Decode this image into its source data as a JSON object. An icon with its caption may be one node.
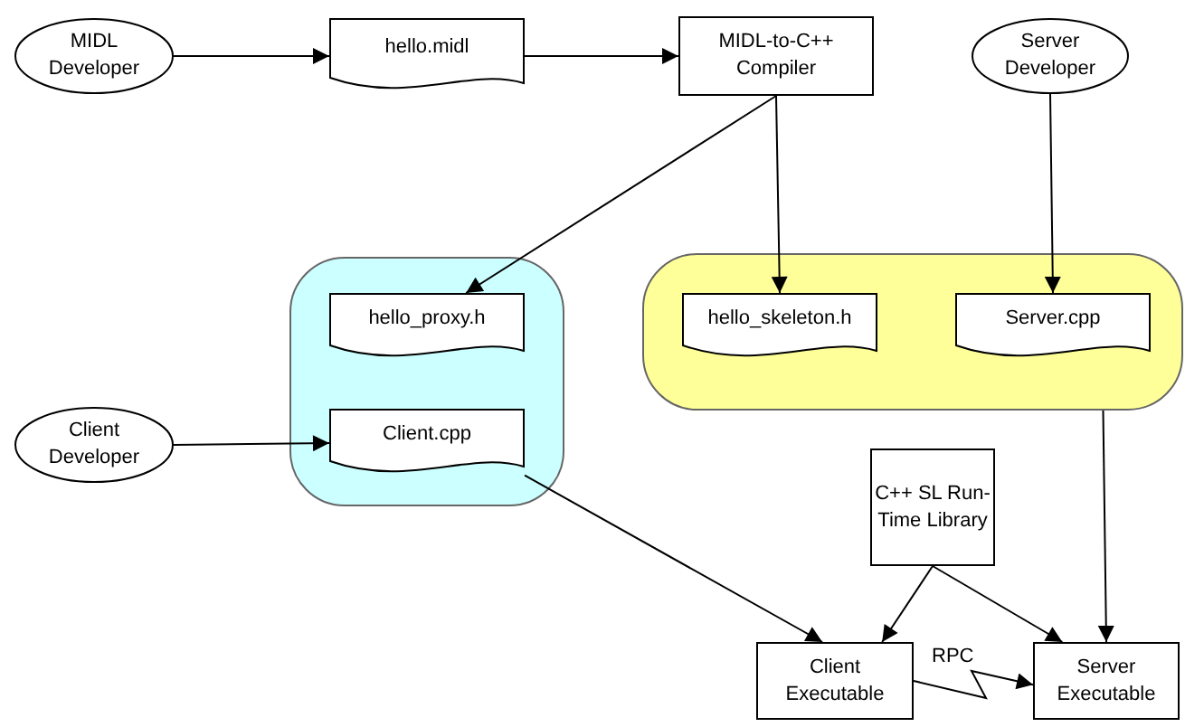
{
  "diagram": {
    "nodes": [
      {
        "text": [
          "MIDL Developer"
        ]
      },
      {
        "text": [
          "hello.midl"
        ]
      },
      {
        "text": [
          "MIDL-to-C++ Compiler"
        ]
      },
      {
        "text": [
          "Server Developer"
        ]
      },
      {
        "text": [],
        "shape": "box"
      },
      {
        "text": [
          "hello_proxy.h"
        ],
        "in": 4
      },
      {
        "text": [
          "Client.cpp"
        ],
        "in": 4
      },
      {
        "text": [],
        "shape": "box"
      },
      {
        "text": [
          "hello_skeleton.h"
        ],
        "in": 7
      },
      {
        "text": [
          "Server.cpp"
        ],
        "in": 7
      },
      {
        "text": [
          "Client Developer"
        ]
      },
      {
        "text": [
          "C++ SL Run-Time Library"
        ]
      },
      {
        "text": [
          "Client Executable"
        ]
      },
      {
        "text": [
          "Server Executable"
        ]
      }
    ],
    "edges": [
      {
        "from": 0,
        "to": 1,
        "arrow": "to"
      },
      {
        "from": 1,
        "to": 2,
        "arrow": "to"
      },
      {
        "from": 2,
        "to": 5,
        "arrow": "to"
      },
      {
        "from": 2,
        "to": 8,
        "arrow": "to"
      },
      {
        "from": 3,
        "to": 9,
        "arrow": "to"
      },
      {
        "from": 10,
        "to": 6,
        "arrow": "to"
      },
      {
        "from": 6,
        "to": 12,
        "arrow": "to"
      },
      {
        "from": 11,
        "to": 12,
        "arrow": "to"
      },
      {
        "from": 11,
        "to": 13,
        "arrow": "to"
      },
      {
        "from": 7,
        "to": 13,
        "arrow": "to"
      },
      {
        "from": 12,
        "to": 13,
        "arrow": "to",
        "label": "RPC"
      }
    ]
  }
}
